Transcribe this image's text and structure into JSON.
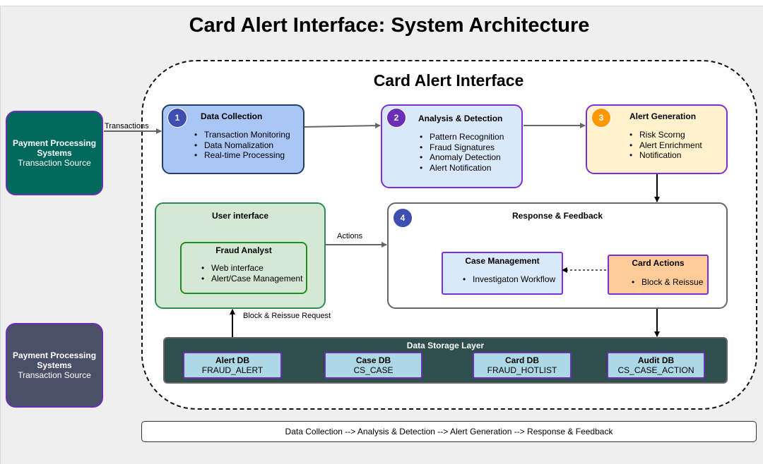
{
  "title": "Card Alert Interface:  System Architecture",
  "inner_title": "Card Alert Interface",
  "sources": [
    {
      "name": "Payment Processing Systems",
      "sub": "Transaction Source",
      "color": "#00695c"
    },
    {
      "name": "Payment Processing Systems",
      "sub": "Transaction Source",
      "color": "#4a5068"
    }
  ],
  "data_collection": {
    "number": "1",
    "title": "Data Collection",
    "items": [
      "Transaction Monitoring",
      "Data Nomalization",
      "Real-time Processing"
    ]
  },
  "analysis": {
    "number": "2",
    "title": "Analysis & Detection",
    "items": [
      "Pattern Recognition",
      "Fraud Signatures",
      "Anomaly Detection",
      "Alert Notification"
    ]
  },
  "alert_generation": {
    "number": "3",
    "title": "Alert Generation",
    "items": [
      "Risk Scorng",
      "Alert Enrichment",
      "Notification"
    ]
  },
  "user_interface": {
    "title": "User interface",
    "analyst_title": "Fraud Analyst",
    "items": [
      "Web interface",
      "Alert/Case Management"
    ]
  },
  "response": {
    "number": "4",
    "title": "Response & Feedback",
    "case_management": {
      "title": "Case Management",
      "items": [
        "Investigaton Workflow"
      ]
    },
    "card_actions": {
      "title": "Card Actions",
      "items": [
        "Block & Reissue"
      ]
    }
  },
  "storage": {
    "title": "Data Storage Layer",
    "dbs": [
      {
        "name": "Alert DB",
        "table": "FRAUD_ALERT"
      },
      {
        "name": "Case DB",
        "table": "CS_CASE"
      },
      {
        "name": "Card DB",
        "table": "FRAUD_HOTLIST"
      },
      {
        "name": "Audit DB",
        "table": "CS_CASE_ACTION"
      }
    ]
  },
  "edge_labels": {
    "transactions": "Transactions",
    "actions": "Actions",
    "block_request": "Block & Reissue Request"
  },
  "flow_summary": "Data Collection --> Analysis & Detection --> Alert Generation --> Response & Feedback",
  "colors": {
    "data_collection": "#a9c6f5",
    "analysis": "#dae8fc",
    "alert_generation": "#fff2cc",
    "user_interface": "#d5e8d4",
    "card_actions": "#ffcc99",
    "storage": "#2f4f4f",
    "db": "#add8e6",
    "badge_blue": "#3d4db0",
    "badge_purple": "#6a2fb6",
    "badge_orange": "#ff9800"
  }
}
